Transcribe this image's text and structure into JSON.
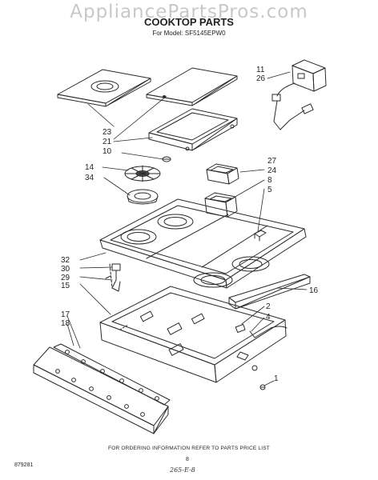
{
  "watermark": "AppliancePartsPros.com",
  "title": "COOKTOP PARTS",
  "model_line": "For Model: SF5145EPW0",
  "callouts": [
    "11",
    "26",
    "23",
    "21",
    "10",
    "14",
    "34",
    "27",
    "24",
    "8",
    "5",
    "32",
    "30",
    "29",
    "15",
    "16",
    "17",
    "18",
    "2",
    "4",
    "1"
  ],
  "footer": "FOR ORDERING INFORMATION REFER TO PARTS PRICE LIST",
  "doc_number": "879281",
  "page_number": "8",
  "handwritten_note": "265-E-8"
}
